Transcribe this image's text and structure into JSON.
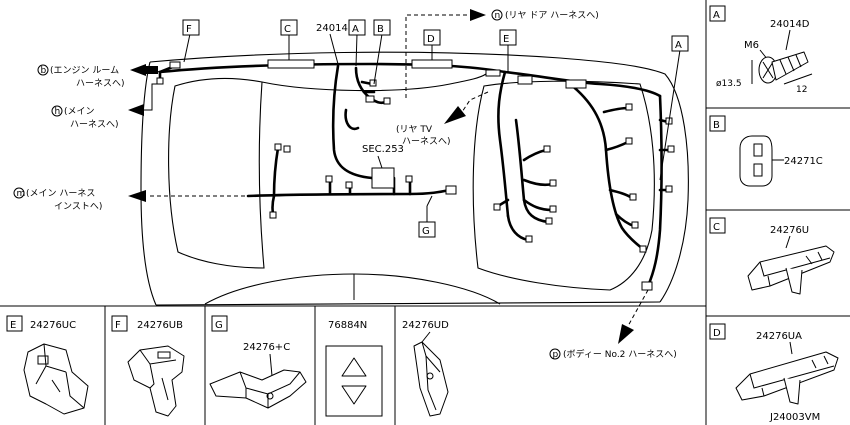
{
  "diagram_id": "J24003VM",
  "main": {
    "part_number": "24014",
    "module_label": "SEC.253",
    "callouts": [
      "A",
      "B",
      "C",
      "D",
      "E",
      "F",
      "G",
      "A"
    ]
  },
  "connections": [
    {
      "letter": "b",
      "text1": "(エンジン ルーム",
      "text2": "ハーネスへ)"
    },
    {
      "letter": "h",
      "text1": "(メイン",
      "text2": "ハーネスへ)"
    },
    {
      "letter": "m",
      "text1": "(メイン ハーネス",
      "text2": "インストへ)"
    },
    {
      "letter": "n",
      "text1": "(リヤ ドア ハーネスへ)",
      "text2": ""
    },
    {
      "letter": "p",
      "text1": "(ボディー No.2 ハーネスへ)",
      "text2": ""
    }
  ],
  "rear_tv": {
    "text1": "(リヤ TV",
    "text2": "ハーネスへ)"
  },
  "detail_a": {
    "letter": "A",
    "part": "24014D",
    "bolt": "M6",
    "dia": "ø13.5",
    "length": "12"
  },
  "detail_b": {
    "letter": "B",
    "part": "24271C"
  },
  "detail_c": {
    "letter": "C",
    "part": "24276U"
  },
  "detail_d": {
    "letter": "D",
    "part": "24276UA"
  },
  "bottom_parts": [
    {
      "letter": "E",
      "part": "24276UC"
    },
    {
      "letter": "F",
      "part": "24276UB"
    },
    {
      "letter": "G",
      "part": "24276+C"
    },
    {
      "letter": "",
      "part": "76884N"
    },
    {
      "letter": "",
      "part": "24276UD"
    }
  ]
}
